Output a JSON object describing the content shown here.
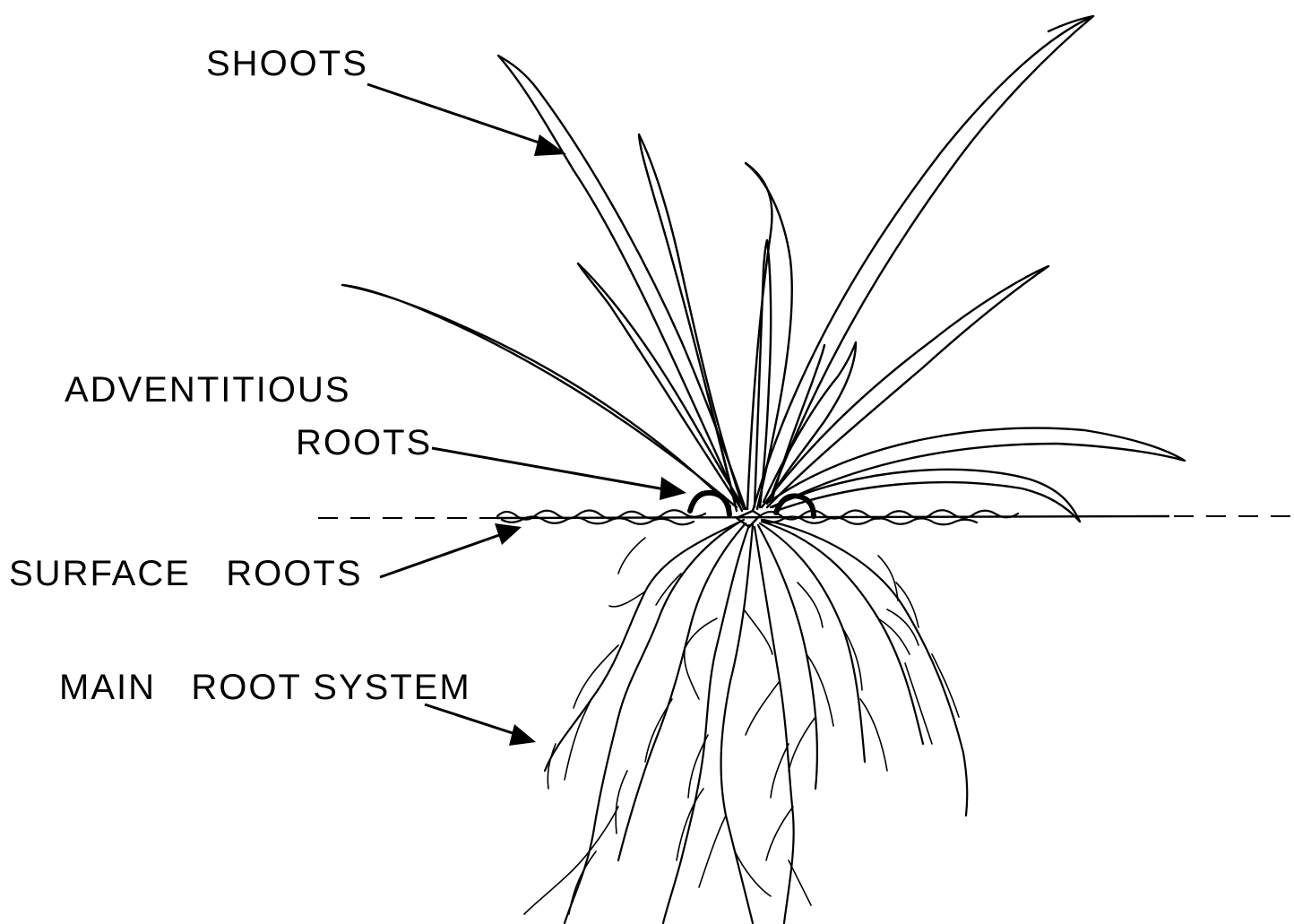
{
  "labels": {
    "shoots": "SHOOTS",
    "adventitious_line1": "ADVENTITIOUS",
    "adventitious_line2": "ROOTS",
    "surface_roots": "SURFACE   ROOTS",
    "main_root_system": "MAIN   ROOT SYSTEM"
  },
  "colors": {
    "ink": "#000000",
    "background": "#ffffff"
  }
}
